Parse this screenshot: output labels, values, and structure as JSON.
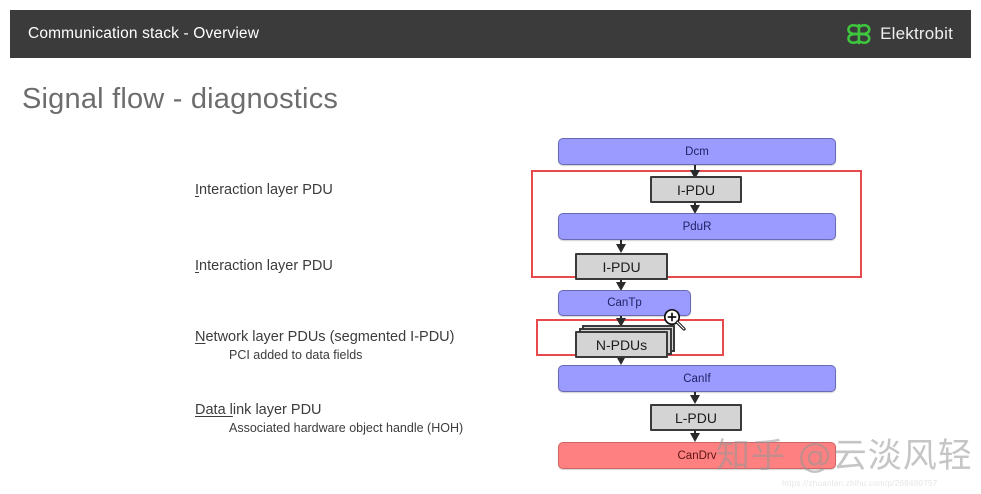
{
  "header": {
    "title": "Communication stack - Overview",
    "brand_name": "Elektrobit",
    "brand_icon": "elektrobit-logo-icon",
    "bar_color": "#3b3b3b",
    "brand_color": "#3ec73e"
  },
  "slide": {
    "title": "Signal flow - diagnostics"
  },
  "annotations": [
    {
      "head_first": "I",
      "head_rest": "nteraction layer PDU",
      "sub": ""
    },
    {
      "head_first": "I",
      "head_rest": "nteraction layer PDU",
      "sub": ""
    },
    {
      "head_first": "N",
      "head_rest": "etwork layer PDUs (segmented I-PDU)",
      "sub": "PCI added to data fields"
    },
    {
      "head_first": "Data l",
      "head_rest": "ink layer PDU",
      "sub": "Associated hardware object handle (HOH)"
    }
  ],
  "diagram": {
    "nodes": [
      {
        "id": "dcm",
        "label": "Dcm",
        "kind": "module"
      },
      {
        "id": "ipdu1",
        "label": "I-PDU",
        "kind": "pdu"
      },
      {
        "id": "pdur",
        "label": "PduR",
        "kind": "module"
      },
      {
        "id": "ipdu2",
        "label": "I-PDU",
        "kind": "pdu"
      },
      {
        "id": "cantp",
        "label": "CanTp",
        "kind": "module"
      },
      {
        "id": "npdus",
        "label": "N-PDUs",
        "kind": "pdu"
      },
      {
        "id": "canif",
        "label": "CanIf",
        "kind": "module"
      },
      {
        "id": "lpdu",
        "label": "L-PDU",
        "kind": "pdu"
      },
      {
        "id": "candrv",
        "label": "CanDrv",
        "kind": "driver"
      }
    ],
    "module_color": "#9a9aff",
    "driver_color": "#ff8080",
    "pdu_color": "#d4d4d4",
    "highlight_color": "#e8494a",
    "highlight_count": 2
  },
  "watermark": {
    "text": "知乎 @云淡风轻",
    "url": "https://zhuanlan.zhihu.com/p/268480757"
  },
  "cursor": {
    "type": "zoom-in-cursor"
  }
}
